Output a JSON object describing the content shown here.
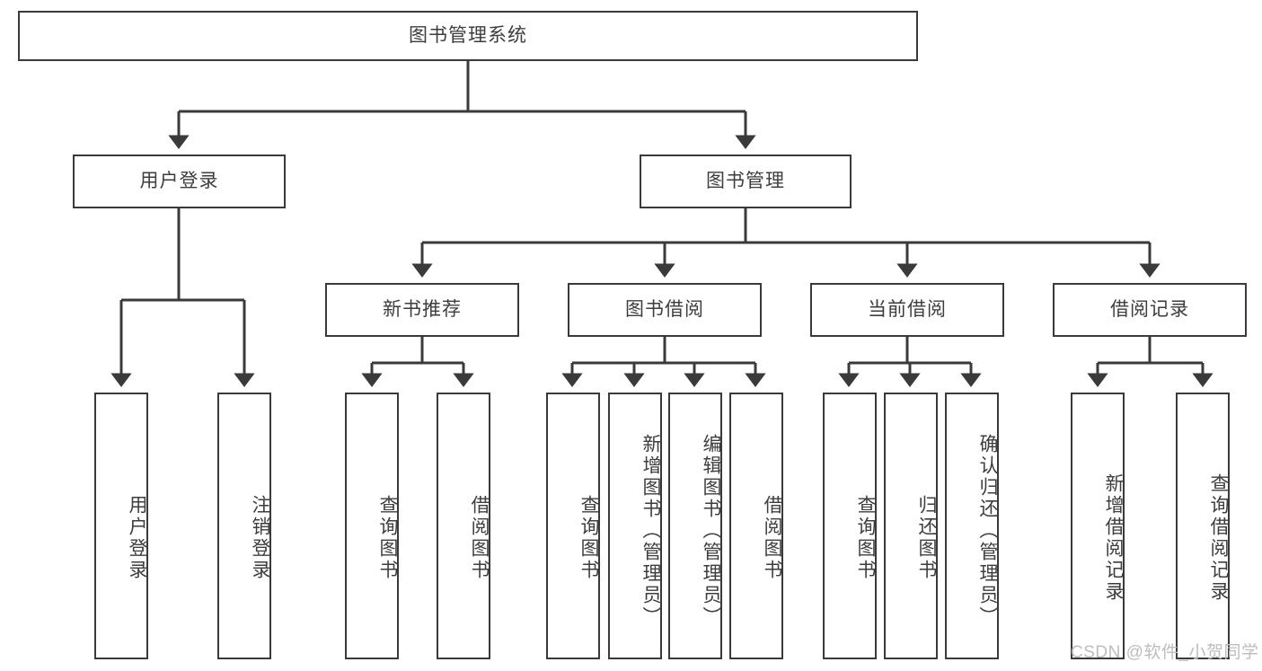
{
  "diagram": {
    "title": "图书管理系统",
    "type": "tree",
    "watermark": "CSDN @软件_小贺同学",
    "colors": {
      "background": "#ffffff",
      "node_border": "#3a3a3a",
      "node_fill": "#ffffff",
      "edge": "#3a3a3a",
      "text": "#3d3d3d",
      "watermark": "#bdbdbd"
    },
    "root": {
      "label": "图书管理系统"
    },
    "level2": [
      {
        "label": "用户登录"
      },
      {
        "label": "图书管理"
      }
    ],
    "level3": [
      {
        "label": "新书推荐"
      },
      {
        "label": "图书借阅"
      },
      {
        "label": "当前借阅"
      },
      {
        "label": "借阅记录"
      }
    ],
    "leaves": {
      "user_login": [
        {
          "label": "用户登录"
        },
        {
          "label": "注销登录"
        }
      ],
      "new_book_recommend": [
        {
          "label": "查询图书"
        },
        {
          "label": "借阅图书"
        }
      ],
      "book_borrow": [
        {
          "label": "查询图书"
        },
        {
          "label": "新增图书（管理员）"
        },
        {
          "label": "编辑图书（管理员）"
        },
        {
          "label": "借阅图书"
        }
      ],
      "current_borrow": [
        {
          "label": "查询图书"
        },
        {
          "label": "归还图书"
        },
        {
          "label": "确认归还（管理员）"
        }
      ],
      "borrow_record": [
        {
          "label": "新增借阅记录"
        },
        {
          "label": "查询借阅记录"
        }
      ]
    }
  }
}
